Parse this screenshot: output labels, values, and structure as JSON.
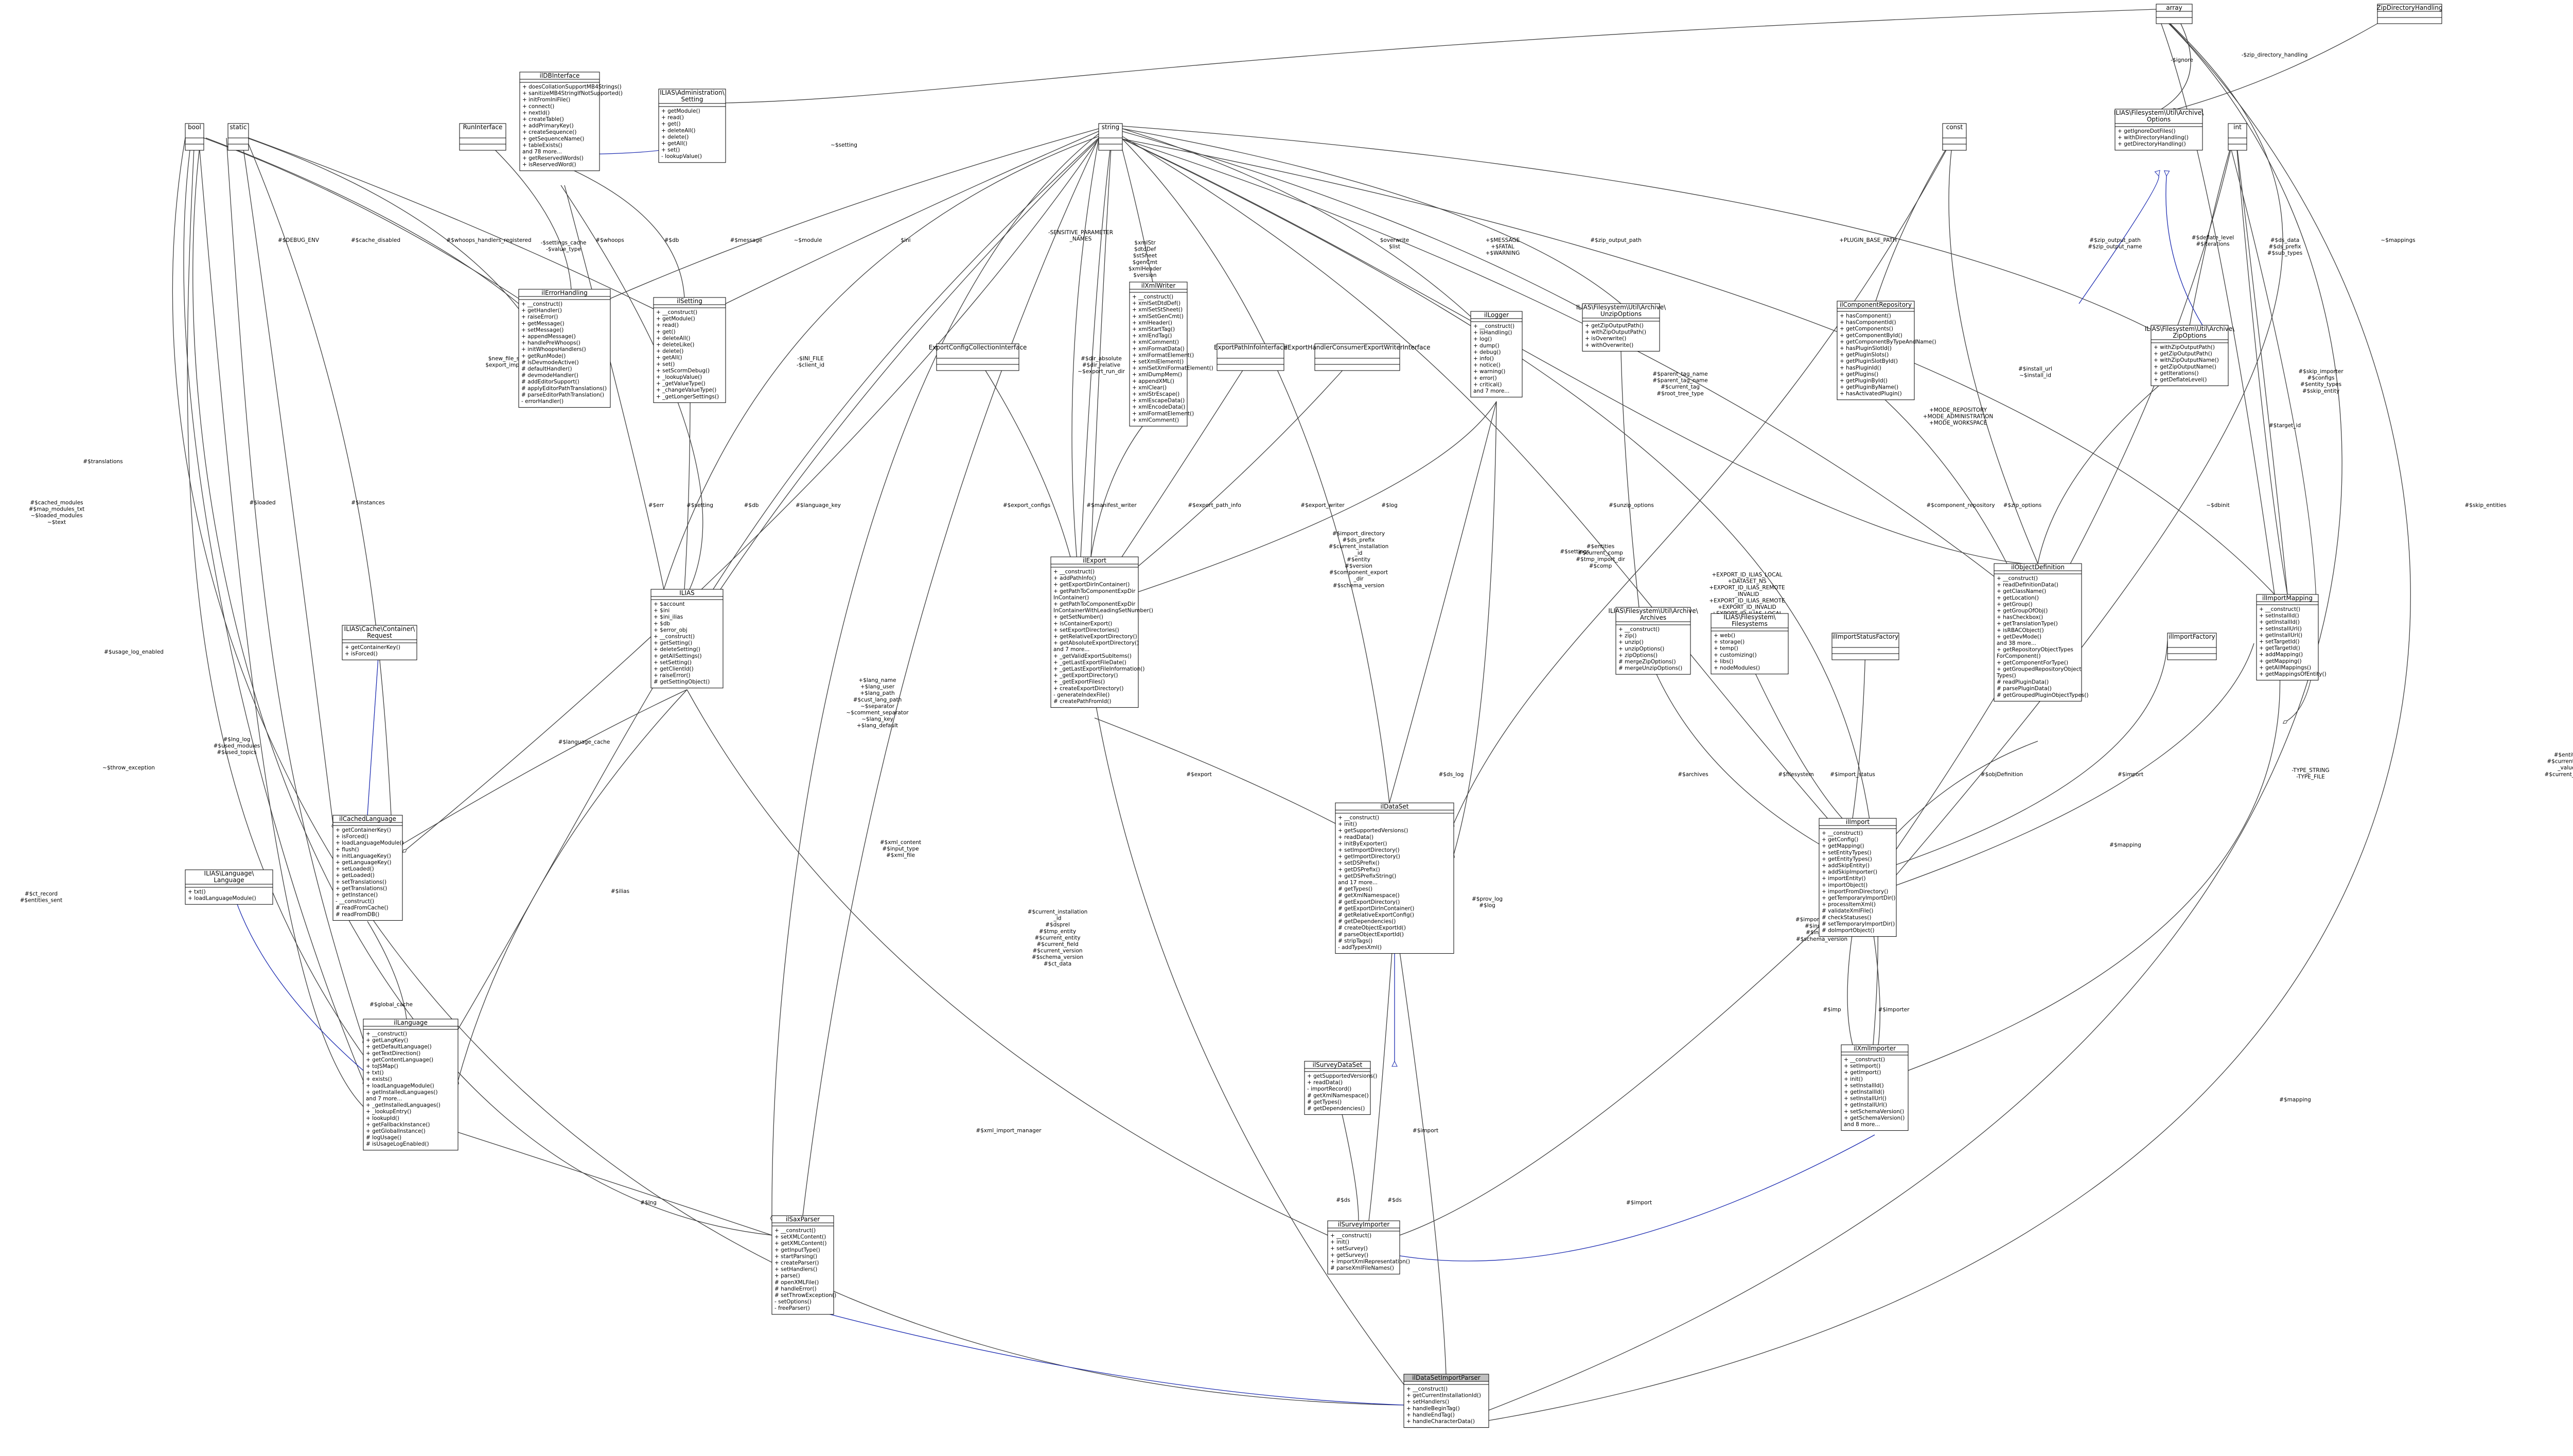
{
  "diagram": {
    "nodes": {
      "array": {
        "title": "array",
        "members": []
      },
      "zipdirhandling": {
        "title": "ZipDirectoryHandling",
        "members": []
      },
      "bool": {
        "title": "bool",
        "members": []
      },
      "static": {
        "title": "static",
        "members": []
      },
      "idbinterface": {
        "title": "ilDBInterface",
        "members": [
          "+ doesCollationSupportMB4Strings()",
          "+ sanitizeMB4StringIfNotSupported()",
          "+ initFromIniFile()",
          "+ connect()",
          "+ nextId()",
          "+ createTable()",
          "+ addPrimaryKey()",
          "+ createSequence()",
          "+ getSequenceName()",
          "+ tableExists()",
          "and 78 more...",
          "+ getReservedWords()",
          "+ isReservedWord()"
        ]
      },
      "iladminsetting": {
        "title": "ILIAS\\Administration\\Setting",
        "members": [
          "+ getModule()",
          "+ read()",
          "+ get()",
          "+ deleteAll()",
          "+ delete()",
          "+ getAll()",
          "+ set()",
          "- lookupValue()"
        ]
      },
      "runinterface": {
        "title": "RunInterface",
        "members": []
      },
      "string": {
        "title": "string",
        "members": []
      },
      "const": {
        "title": "const",
        "members": []
      },
      "int": {
        "title": "int",
        "members": []
      },
      "archiveoptions": {
        "title": "ILIAS\\Filesystem\\Util\\Archive\\Options",
        "members": [
          "+ getIgnoreDotFiles()",
          "+ withDirectoryHandling()",
          "+ getDirectoryHandling()"
        ]
      },
      "errorhandling": {
        "title": "ilErrorHandling",
        "members": [
          "+ __construct()",
          "+ getHandler()",
          "+ raiseError()",
          "+ getMessage()",
          "+ setMessage()",
          "+ appendMessage()",
          "+ handlePreWhoops()",
          "+ initWhoopsHandlers()",
          "+ getRunMode()",
          "# isDevmodeActive()",
          "# defaultHandler()",
          "# devmodeHandler()",
          "# addEditorSupport()",
          "# applyEditorPathTranslations()",
          "# parseEditorPathTranslation()",
          "- errorHandler()"
        ]
      },
      "ilsetting": {
        "title": "ilSetting",
        "members": [
          "+ __construct()",
          "+ getModule()",
          "+ read()",
          "+ get()",
          "+ deleteAll()",
          "+ deleteLike()",
          "+ delete()",
          "+ getAll()",
          "+ set()",
          "+ setScormDebug()",
          "+ _lookupValue()",
          "+ _getValueType()",
          "+ _changeValueType()",
          "+ _getLongerSettings()"
        ]
      },
      "ilxmlwriter": {
        "title": "ilXmlWriter",
        "members": [
          "+ __construct()",
          "+ xmlSetDtdDef()",
          "+ xmlSetStSheet()",
          "+ xmlSetGenCmt()",
          "+ xmlHeader()",
          "+ xmlStartTag()",
          "+ xmlEndTag()",
          "+ xmlComment()",
          "+ xmlFormatData()",
          "+ xmlFormatElement()",
          "+ setXmlElement()",
          "+ xmlSetXmlFormatElement()",
          "+ xmlDumpMem()",
          "+ appendXML()",
          "+ xmlClear()",
          "+ xmlStrEscape()",
          "+ xmlEscapeData()",
          "+ xmlEncodeData()",
          "+ xmlFormatElement()",
          "+ xmlComment()"
        ]
      },
      "exportconfigcollection": {
        "title": "ExportConfigCollectionInterface",
        "members": []
      },
      "exportpathinfo": {
        "title": "ExportPathInfoInterface",
        "members": []
      },
      "exporthandlerconsumer": {
        "title": "ilExportHandlerConsumerExportWriterInterface",
        "members": []
      },
      "illogger": {
        "title": "ilLogger",
        "members": [
          "+ __construct()",
          "+ isHandling()",
          "+ log()",
          "+ dump()",
          "+ debug()",
          "+ info()",
          "+ notice()",
          "+ warning()",
          "+ error()",
          "+ critical()",
          "and 7 more..."
        ]
      },
      "unzipoptions": {
        "title": "ILIAS\\Filesystem\\Util\\Archive\\UnzipOptions",
        "members": [
          "+ getZipOutputPath()",
          "+ withZipOutputPath()",
          "+ isOverwrite()",
          "+ withOverwrite()"
        ]
      },
      "componentrepo": {
        "title": "ilComponentRepository",
        "members": [
          "+ hasComponent()",
          "+ hasComponentId()",
          "+ getComponents()",
          "+ getComponentById()",
          "+ getComponentByTypeAndName()",
          "+ hasPluginSlotId()",
          "+ getPluginSlots()",
          "+ getPluginSlotById()",
          "+ hasPluginId()",
          "+ getPlugins()",
          "+ getPluginById()",
          "+ getPluginByName()",
          "+ hasActivatedPlugin()"
        ]
      },
      "zipoptions": {
        "title": "ILIAS\\Filesystem\\Util\\Archive\\ZipOptions",
        "members": [
          "+ withZipOutputPath()",
          "+ getZipOutputPath()",
          "+ withZipOutputName()",
          "+ getZipOutputName()",
          "+ getIterations()",
          "+ getDeflateLevel()"
        ]
      },
      "ilias": {
        "title": "ILIAS",
        "members": [
          "+ $account",
          "+ $ini",
          "+ $ini_ilias",
          "+ $db",
          "+ $error_obj",
          "+ __construct()",
          "+ getSetting()",
          "+ deleteSetting()",
          "+ getAllSettings()",
          "+ setSetting()",
          "+ getClientId()",
          "+ raiseError()",
          "# getSettingObject()"
        ]
      },
      "ilexport": {
        "title": "ilExport",
        "members": [
          "+ __construct()",
          "+ addPathInfo()",
          "+ getExportDirInContainer()",
          "+ getPathToComponentExpDir",
          "InContainer()",
          "+ getPathToComponentExpDir",
          "InContainerWithLeadingSetNumber()",
          "+ getSetNumber()",
          "+ isContainerExport()",
          "+ setExportDirectories()",
          "+ getRelativeExportDirectory()",
          "+ getAbsoluteExportDirectory()",
          "and 7 more...",
          "+ _getValidExportSubItems()",
          "+ _getLastExportFileDate()",
          "+ _getLastExportFileInformation()",
          "+ _getExportDirectory()",
          "+ _getExportFiles()",
          "+ createExportDirectory()",
          "- generateIndexFile()",
          "# createPathFromId()"
        ]
      },
      "objdefinition": {
        "title": "ilObjectDefinition",
        "members": [
          "+ __construct()",
          "+ readDefinitionData()",
          "+ getClassName()",
          "+ getLocation()",
          "+ getGroup()",
          "+ getGroupOfObj()",
          "+ hasCheckbox()",
          "+ getTranslationType()",
          "+ isRBACObject()",
          "+ getDevMode()",
          "and 38 more...",
          "+ getRepositoryObjectTypes",
          "ForComponent()",
          "+ getComponentForType()",
          "+ getGroupedRepositoryObject",
          "Types()",
          "# readPluginData()",
          "# parsePluginData()",
          "# getGroupedPluginObjectTypes()"
        ]
      },
      "importmapping": {
        "title": "ilImportMapping",
        "members": [
          "+ __construct()",
          "+ setInstallId()",
          "+ getInstallId()",
          "+ setInstallUrl()",
          "+ getInstallUrl()",
          "+ setTargetId()",
          "+ getTargetId()",
          "+ addMapping()",
          "+ getMapping()",
          "+ getAllMappings()",
          "+ getMappingsOfEntity()"
        ]
      },
      "cachercontainer": {
        "title": "ILIAS\\Cache\\Container\\Request",
        "members": [
          "+ getContainerKey()",
          "+ isForced()"
        ]
      },
      "archives": {
        "title": "ILIAS\\Filesystem\\Util\\Archive\\Archives",
        "members": [
          "+ __construct()",
          "+ zip()",
          "+ unzip()",
          "+ unzipOptions()",
          "+ zipOptions()",
          "# mergeZipOptions()",
          "# mergeUnzipOptions()"
        ]
      },
      "fsfilesystems": {
        "title": "ILIAS\\Filesystem\\Filesystems",
        "members": [
          "+ web()",
          "+ storage()",
          "+ temp()",
          "+ customizing()",
          "+ libs()",
          "+ nodeModules()"
        ]
      },
      "importstatusfactory": {
        "title": "ilImportStatusFactory",
        "members": []
      },
      "importfactory": {
        "title": "ilImportFactory",
        "members": []
      },
      "cachedlanguage": {
        "title": "ilCachedLanguage",
        "members": [
          "+ getContainerKey()",
          "+ isForced()",
          "+ loadLanguageModule()",
          "+ flush()",
          "+ initLanguageKey()",
          "+ getLanguageKey()",
          "+ setLoaded()",
          "+ getLoaded()",
          "+ setTranslations()",
          "+ getTranslations()",
          "+ getInstance()",
          "- __construct()",
          "# readFromCache()",
          "# readFromDB()"
        ]
      },
      "dataset": {
        "title": "ilDataSet",
        "members": [
          "+ __construct()",
          "+ init()",
          "+ getSupportedVersions()",
          "+ readData()",
          "+ initByExporter()",
          "+ setImportDirectory()",
          "+ getImportDirectory()",
          "+ setDSPrefix()",
          "+ getDSPrefix()",
          "+ getDSPrefixString()",
          "and 17 more...",
          "# getTypes()",
          "# getXmlNamespace()",
          "# getExportDirectory()",
          "# getExportDirInContainer()",
          "# getRelativeExportConfig()",
          "# getDependencies()",
          "# createObjectExportId()",
          "# parseObjectExportId()",
          "# stripTags()",
          "- addTypesXml()"
        ]
      },
      "import": {
        "title": "ilImport",
        "members": [
          "+ __construct()",
          "+ getConfig()",
          "+ getMapping()",
          "+ setEntityTypes()",
          "+ getEntityTypes()",
          "+ addSkipEntity()",
          "+ addSkipImporter()",
          "+ importEntity()",
          "+ importObject()",
          "+ importFromDirectory()",
          "+ getTemporaryImportDir()",
          "+ processItemXml()",
          "# validateXmlFile()",
          "# checkStatuses()",
          "# setTemporaryImportDir()",
          "# doImportObject()"
        ]
      },
      "langlanguage": {
        "title": "ILIAS\\Language\\Language",
        "members": [
          "+ txt()",
          "+ loadLanguageModule()"
        ]
      },
      "language": {
        "title": "ilLanguage",
        "members": [
          "+ __construct()",
          "+ getLangKey()",
          "+ getDefaultLanguage()",
          "+ getTextDirection()",
          "+ getContentLanguage()",
          "+ toJSMap()",
          "+ txt()",
          "+ exists()",
          "+ loadLanguageModule()",
          "+ getInstalledLanguages()",
          "and 7 more...",
          "+ _getInstalledLanguages()",
          "+ _lookupEntry()",
          "+ lookupId()",
          "+ getFallbackInstance()",
          "+ getGlobalInstance()",
          "# logUsage()",
          "# isUsageLogEnabled()"
        ]
      },
      "surveydataset": {
        "title": "ilSurveyDataSet",
        "members": [
          "+ getSupportedVersions()",
          "+ readData()",
          "- importRecord()",
          "# getXmlNamespace()",
          "# getTypes()",
          "# getDependencies()"
        ]
      },
      "xmlimporter": {
        "title": "ilXmlImporter",
        "members": [
          "+ __construct()",
          "+ setImport()",
          "+ getImport()",
          "+ init()",
          "+ setInstallId()",
          "+ getInstallId()",
          "+ setInstallUrl()",
          "+ getInstallUrl()",
          "+ setSchemaVersion()",
          "+ getSchemaVersion()",
          "and 8 more..."
        ]
      },
      "saxparser": {
        "title": "ilSaxParser",
        "members": [
          "+ __construct()",
          "+ setXMLContent()",
          "+ getXMLContent()",
          "+ getInputType()",
          "+ startParsing()",
          "+ createParser()",
          "+ setHandlers()",
          "+ parse()",
          "# openXMLFile()",
          "# handleError()",
          "# setThrowException()",
          "- setOptions()",
          "- freeParser()"
        ]
      },
      "surveyimporter": {
        "title": "ilSurveyImporter",
        "members": [
          "+ __construct()",
          "+ init()",
          "+ setSurvey()",
          "+ getSurvey()",
          "+ importXmlRepresentation()",
          "# parseXmlFileNames()"
        ]
      },
      "main": {
        "title": "ilDataSetImportParser",
        "members": [
          "+ __construct()",
          "+ getCurrentInstallationId()",
          "+ setHandlers()",
          "+ handleBeginTag()",
          "+ handleEndTag()",
          "+ handleCharacterData()"
        ]
      }
    },
    "edge_labels": {
      "ignore": "-$ignore",
      "dir_handling": "-$zip_directory_handling",
      "setting": "~$setting",
      "dbg_cached": "#$cached_modules\n#$map_modules_txt\n~$loaded_modules\n~$text",
      "translations": "#$translations",
      "loaded": "#$loaded",
      "instances": "#$instances",
      "usage_log": "#$usage_log_enabled",
      "throw_exception": "~$throw_exception",
      "dsrecord": "#$ct_record\n#$entities_sent",
      "debug_env": "#$DEBUG_ENV",
      "cache_disabled": "#$cache_disabled",
      "whoops_handlers": "#$whoops_handlers_registered",
      "settings_cache": "-$settings_cache\n-$value_type",
      "whoops": "#$whoops",
      "ilias_db": "#$db",
      "message": "#$message",
      "module": "~$module",
      "overwrite": "$overwrite\n$list",
      "ini": "$ini",
      "sensitive": "-SENSITIVE_PARAMETER\n_NAMES",
      "xmlstr": "$xmlStr\n$dtdDef\n$stSheet\n$genCmt\n$xmlHeader\n$version",
      "error_msgs": "+$MESSAGE\n+$FATAL\n+$WARNING",
      "zip_output_path": "#$zip_output_path",
      "plugin_base": "+PLUGIN_BASE_PATH",
      "zip_output": "#$zip_output_path\n#$zip_output_name",
      "deflate": "#$deflate_level\n#$iterations",
      "dis_data": "#$ds_data\n#$ds_prefix\n#$sub_types",
      "mappings": "~$mappings",
      "new_file": "$new_file_structure\n$export_implementer",
      "ini_file": "-$INI_FILE\n-$client_id",
      "abs_path": "#$dir_absolute\n#$dir_relative\n~$export_run_dir",
      "ilerr": "#$err",
      "setting2": "#$setting",
      "ilias_db2": "#$db",
      "lang_key": "#$language_key",
      "export_configs": "#$export_configs",
      "manifest_writer": "#$manifest_writer",
      "export_path": "#$export_path_info",
      "export_writer": "#$export_writer",
      "ilog": "#$log",
      "import_dir": "#$import_directory\n#$ds_prefix\n#$current_installation\n_id\n#$entity\n#$version\n#$component_export\n_dir\n#$schema_version",
      "settings": "#$settings",
      "entities": "#$entities\n#$current_comp\n#$tmp_import_dir\n#$comp",
      "unzip_options": "#$unzip_options",
      "export_consts": "+EXPORT_ID_ILIAS_LOCAL\n+DATASET_NS\n+EXPORT_ID_ILIAS_REMOTE\n_INVALID\n+EXPORT_ID_ILIAS_REMOTE\n+EXPORT_ID_INVALID\n+EXPORT_ID_ILIAS_LOCAL\n_INVALID\n+EXPORT_NO_INST_ID\n+EXPORT_ID\n+DATASET_NS_PREFIX",
      "parent_tag": "#$parent_tag_name\n#$parent_tag_name\n#$current_tag\n#$root_tree_type",
      "zip_options": "#$zip_options",
      "comp_repo": "#$component_repository",
      "install": "#$install_url\n~$install_id",
      "modes": "+MODE_REPOSITORY\n+MODE_ADMINISTRATION\n+MODE_WORKSPACE",
      "dbinit": "~$dbinit",
      "targetid": "#$target_id",
      "skip": "#$skip_importer\n#$configs\n#$entity_types\n#$skip_entity",
      "skip_entities": "#$skip_entities",
      "lang_cache": "#$language_cache",
      "ilias2": "#$ilias",
      "global_cache": "#$global_cache",
      "lng_log": "#$lng_log\n#$used_modules\n#$used_topics",
      "lang_vars": "+$lang_name\n+$lang_user\n+$lang_path\n#$cust_lang_path\n~$separator\n~$comment_separator\n~$lang_key\n+$lang_default",
      "lng": "#$lng",
      "xml_content": "#$xml_content\n#$input_type\n#$xml_file",
      "current_inst": "#$current_installation\n_id\n#$dsprel\n#$tmp_entity\n#$current_entity\n#$current_field\n#$current_version\n#$schema_version\n#$ct_data",
      "export": "#$export",
      "ds_log": "#$ds_log",
      "prov_log": "#$prov_log\n#$log",
      "archives": "#$archives",
      "filesystem": "#$filesystem",
      "import_status": "#$import_status",
      "obj_def": "#$objDefinition",
      "import_dir2": "#$import_directory\n#$install_url\n#$install_id\n#$schema_version",
      "imp": "#$imp",
      "importer": "#$importer",
      "import2": "#$import",
      "import_mapping": "#$mapping",
      "mapping": "#$mapping",
      "type_consts": "-TYPE_STRING\n-TYPE_FILE",
      "ds": "#$ds",
      "ds2": "#$ds",
      "xml_import_manager": "#$xml_import_manager",
      "import3": "#$import",
      "entities2": "#$entities\n#$current_field\n_values\n#$current_ftypes",
      "ds_import": "#$import"
    }
  }
}
